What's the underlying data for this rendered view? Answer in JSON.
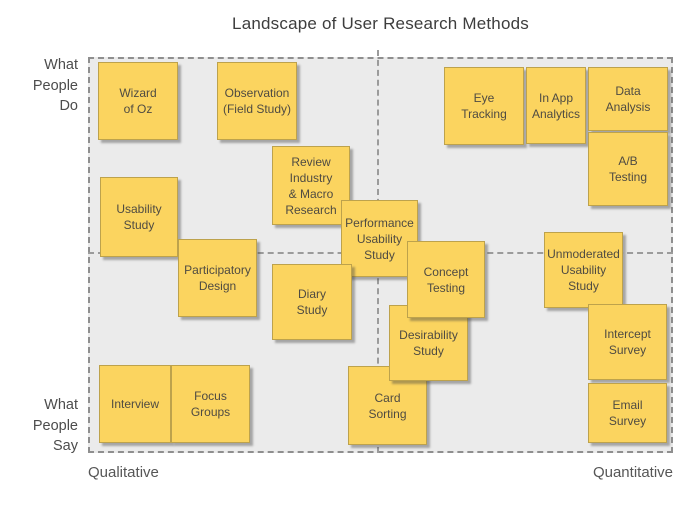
{
  "title": "Landscape of User Research Methods",
  "axes": {
    "y_top": "What\nPeople\nDo",
    "y_bottom": "What\nPeople\nSay",
    "x_left": "Qualitative",
    "x_right": "Quantitative"
  },
  "notes": [
    {
      "label": "Wizard\nof Oz"
    },
    {
      "label": "Observation\n(Field Study)"
    },
    {
      "label": "Eye\nTracking"
    },
    {
      "label": "In App\nAnalytics"
    },
    {
      "label": "Data\nAnalysis"
    },
    {
      "label": "A/B\nTesting"
    },
    {
      "label": "Review\nIndustry\n& Macro\nResearch"
    },
    {
      "label": "Usability\nStudy"
    },
    {
      "label": "Performance\nUsability\nStudy"
    },
    {
      "label": "Participatory\nDesign"
    },
    {
      "label": "Unmoderated\nUsability\nStudy"
    },
    {
      "label": "Diary\nStudy"
    },
    {
      "label": "Card\nSorting"
    },
    {
      "label": "Desirability\nStudy"
    },
    {
      "label": "Concept\nTesting"
    },
    {
      "label": "Intercept\nSurvey"
    },
    {
      "label": "Email\nSurvey"
    },
    {
      "label": "Interview"
    },
    {
      "label": "Focus\nGroups"
    }
  ],
  "colors": {
    "page_background": "#ffffff",
    "chart_background": "#ebebeb",
    "dashed_line": "#8f8f8f",
    "note_fill": "#fbd45f",
    "note_border": "#bda24c",
    "note_text": "#4f4b42",
    "title_text": "#3d3d3d",
    "axis_text": "#4c4c4c"
  }
}
